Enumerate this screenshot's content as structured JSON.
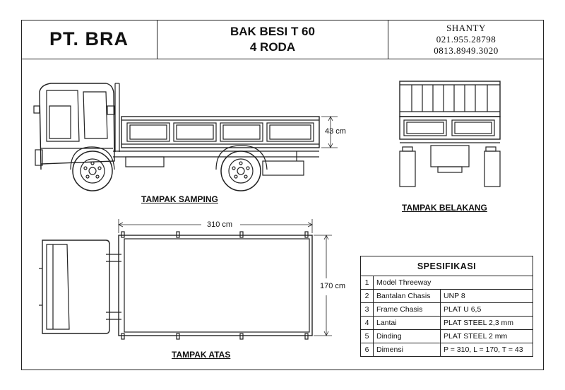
{
  "header": {
    "company": "PT. BRA",
    "title_line1": "BAK BESI T 60",
    "title_line2": "4 RODA",
    "contact_name": "SHANTY",
    "phone1": "021.955.28798",
    "phone2": "0813.8949.3020"
  },
  "views": {
    "side": "TAMPAK SAMPING",
    "rear": "TAMPAK BELAKANG",
    "top": "TAMPAK ATAS"
  },
  "dimensions": {
    "height": "43 cm",
    "length": "310 cm",
    "width": "170 cm"
  },
  "spec": {
    "title": "SPESIFIKASI",
    "rows": [
      {
        "no": "1",
        "name": "Model Threeway",
        "value": ""
      },
      {
        "no": "2",
        "name": "Bantalan Chasis",
        "value": "UNP 8"
      },
      {
        "no": "3",
        "name": "Frame Chasis",
        "value": "PLAT U 6,5"
      },
      {
        "no": "4",
        "name": "Lantai",
        "value": "PLAT STEEL 2,3 mm"
      },
      {
        "no": "5",
        "name": "Dinding",
        "value": "PLAT STEEL 2 mm"
      },
      {
        "no": "6",
        "name": "Dimensi",
        "value": "P = 310, L = 170, T = 43"
      }
    ]
  }
}
